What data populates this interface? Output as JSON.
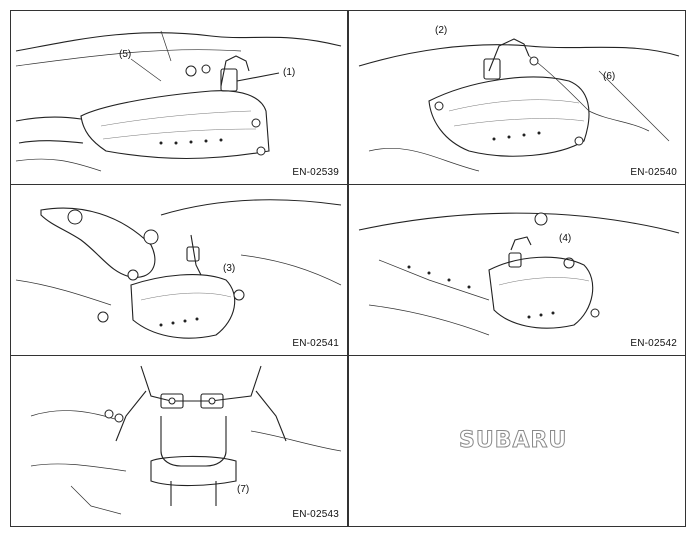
{
  "panels": [
    {
      "code": "EN-02539",
      "callouts": [
        "(1)",
        "(5)"
      ]
    },
    {
      "code": "EN-02540",
      "callouts": [
        "(2)",
        "(6)"
      ]
    },
    {
      "code": "EN-02541",
      "callouts": [
        "(3)"
      ]
    },
    {
      "code": "EN-02542",
      "callouts": [
        "(4)"
      ]
    },
    {
      "code": "EN-02543",
      "callouts": [
        "(7)"
      ]
    }
  ],
  "brand": "SUBARU",
  "colors": {
    "line": "#222222",
    "frame": "#333333",
    "brand_outline": "#888888"
  }
}
